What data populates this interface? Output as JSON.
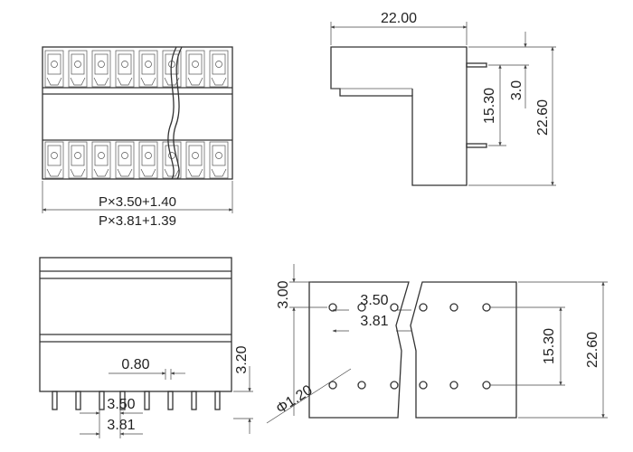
{
  "top_view": {
    "pitch_formula_1": "P×3.50+1.40",
    "pitch_formula_2": "P×3.81+1.39"
  },
  "side_view": {
    "width": "22.00",
    "height_inner": "15.30",
    "pin_offset": "3.0",
    "height_total": "22.60"
  },
  "front_view": {
    "pin_width": "0.80",
    "pitch_a": "3.50",
    "pitch_b": "3.81",
    "pin_length": "3.20"
  },
  "footprint": {
    "edge_offset": "3.00",
    "pitch_a": "3.50",
    "pitch_b": "3.81",
    "row_spacing": "15.30",
    "total_height": "22.60",
    "hole_diameter": "Φ1.20"
  }
}
